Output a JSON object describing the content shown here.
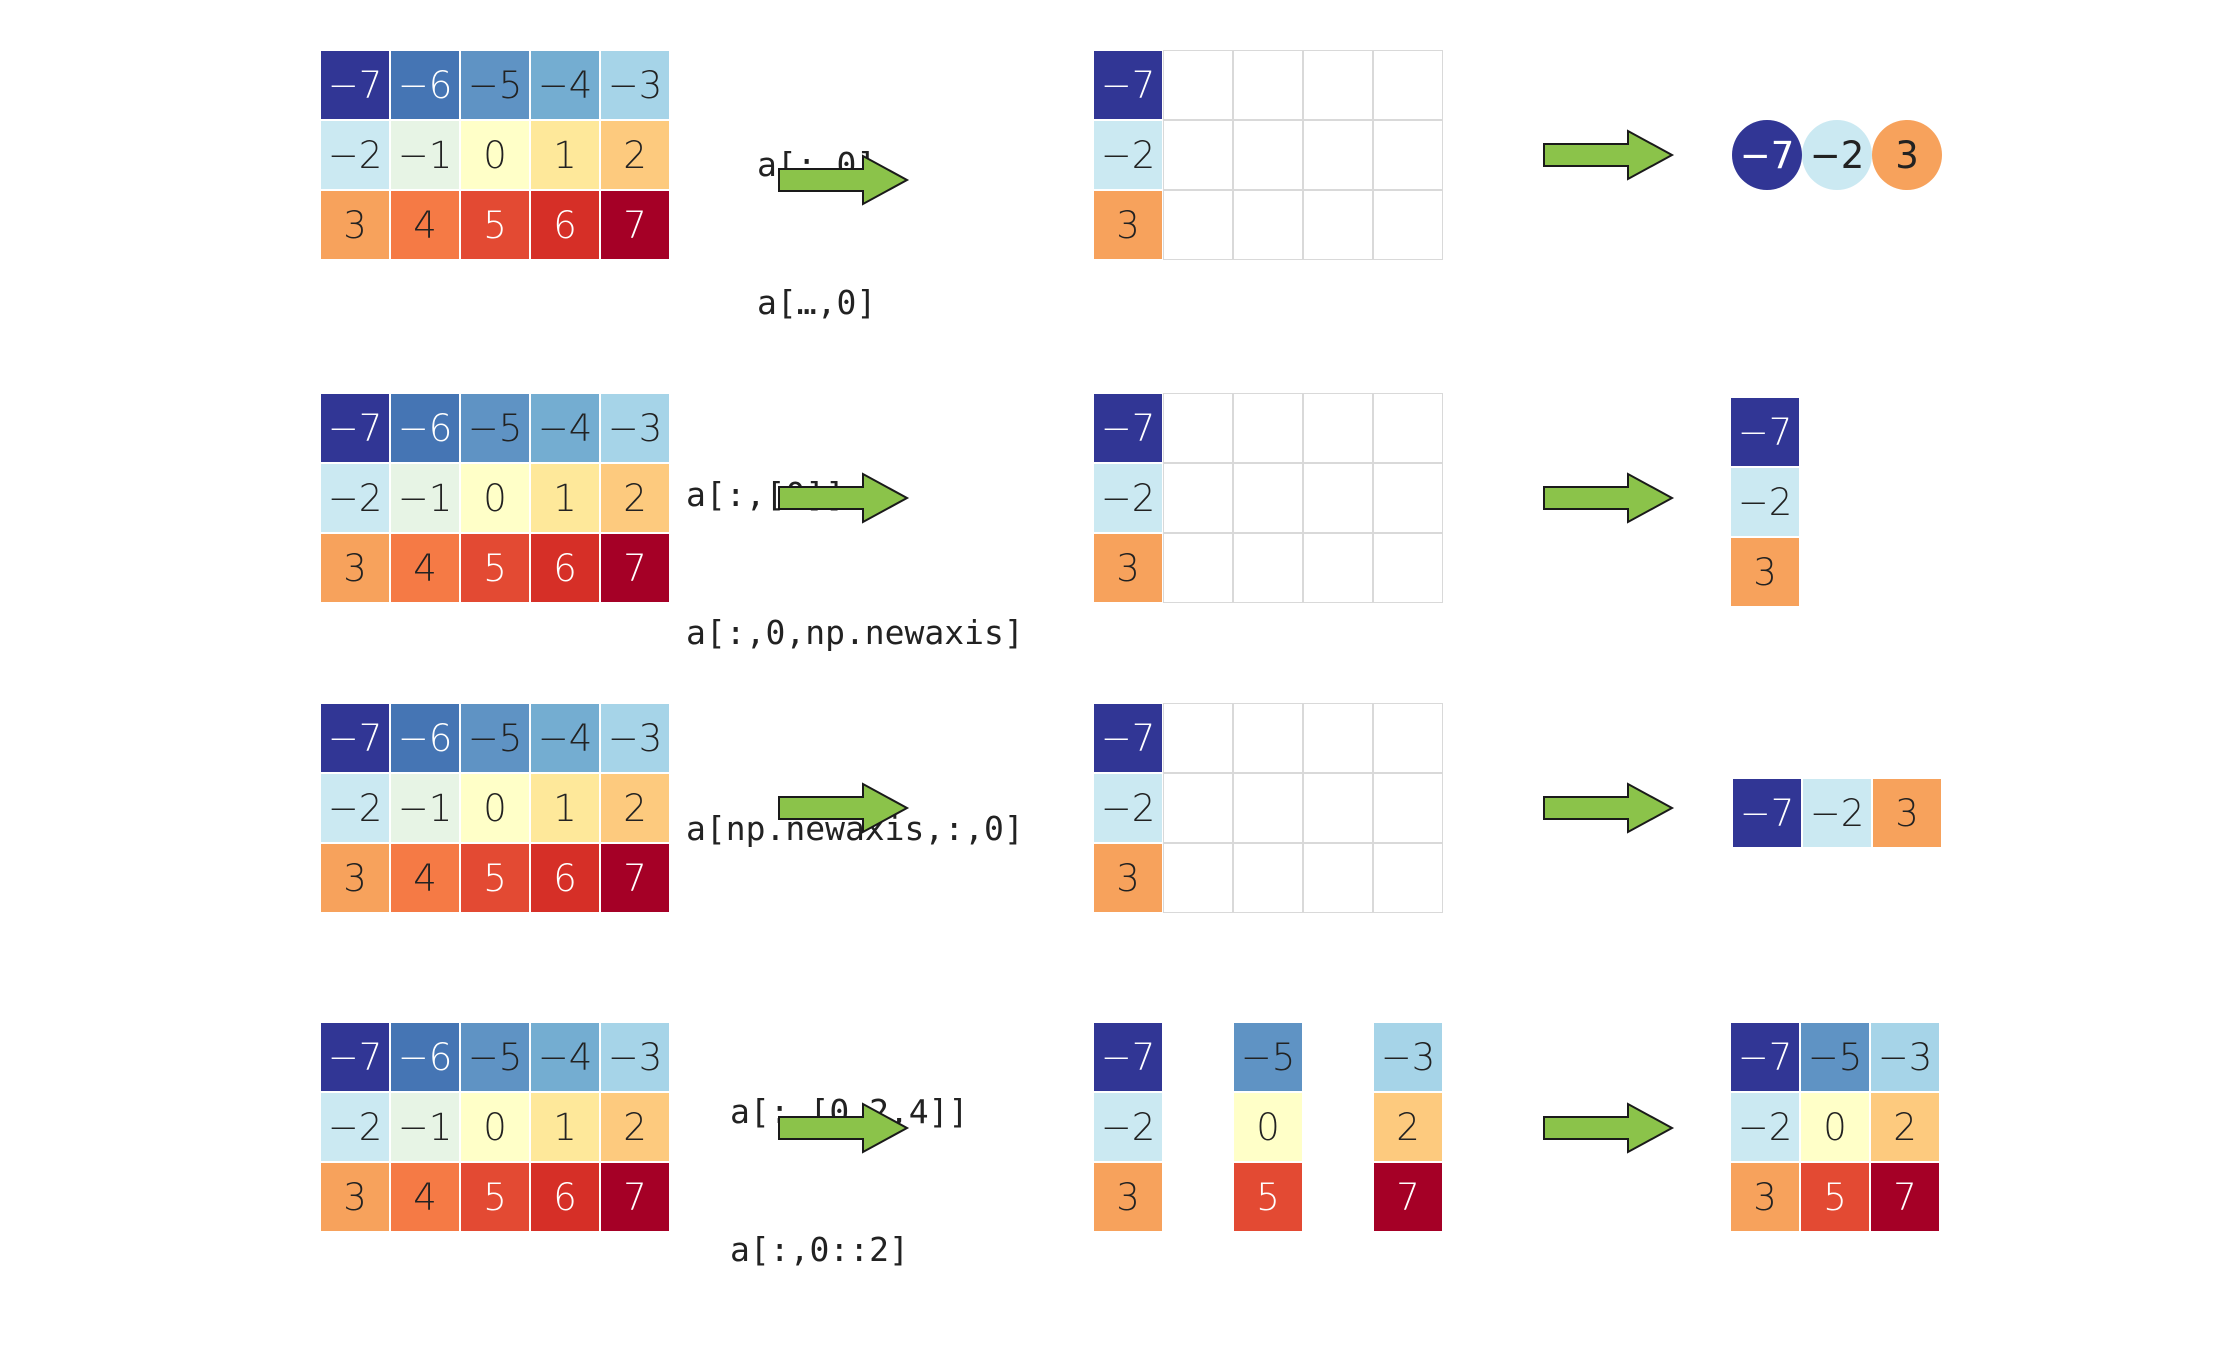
{
  "source": {
    "values": [
      [
        -7,
        -6,
        -5,
        -4,
        -3
      ],
      [
        -2,
        -1,
        0,
        1,
        2
      ],
      [
        3,
        4,
        5,
        6,
        7
      ]
    ],
    "labels": [
      [
        "−7",
        "−6",
        "−5",
        "−4",
        "−3"
      ],
      [
        "−2",
        "−1",
        "0",
        "1",
        "2"
      ],
      [
        "3",
        "4",
        "5",
        "6",
        "7"
      ]
    ]
  },
  "colors": {
    "-7": "#313695",
    "-6": "#4575b4",
    "-5": "#5f93c4",
    "-4": "#74add1",
    "-3": "#a6d4e8",
    "-2": "#cbe9f2",
    "-1": "#e7f4e5",
    "0": "#ffffc8",
    "1": "#fee89a",
    "2": "#fdca7e",
    "3": "#f7a25c",
    "4": "#f57a45",
    "5": "#e34a33",
    "6": "#d62f27",
    "7": "#a50026",
    "arrow": "#8bc34a"
  },
  "examples": [
    {
      "code": [
        "a[:,0]",
        "a[…,0]"
      ],
      "selected_columns": [
        0
      ],
      "result_type": "circles",
      "result": [
        "−7",
        "−2",
        "3"
      ]
    },
    {
      "code": [
        "a[:,[0]]",
        "a[:,0,np.newaxis]"
      ],
      "selected_columns": [
        0
      ],
      "result_type": "column",
      "result": [
        "−7",
        "−2",
        "3"
      ]
    },
    {
      "code": [
        "a[np.newaxis,:,0]"
      ],
      "selected_columns": [
        0
      ],
      "result_type": "row",
      "result": [
        "−7",
        "−2",
        "3"
      ]
    },
    {
      "code": [
        "a[:,[0,2,4]]",
        "a[:,0::2]"
      ],
      "selected_columns": [
        0,
        2,
        4
      ],
      "result_type": "matrix",
      "result": [
        [
          "−7",
          "−5",
          "−3"
        ],
        [
          "−2",
          "0",
          "2"
        ],
        [
          "3",
          "5",
          "7"
        ]
      ]
    }
  ]
}
